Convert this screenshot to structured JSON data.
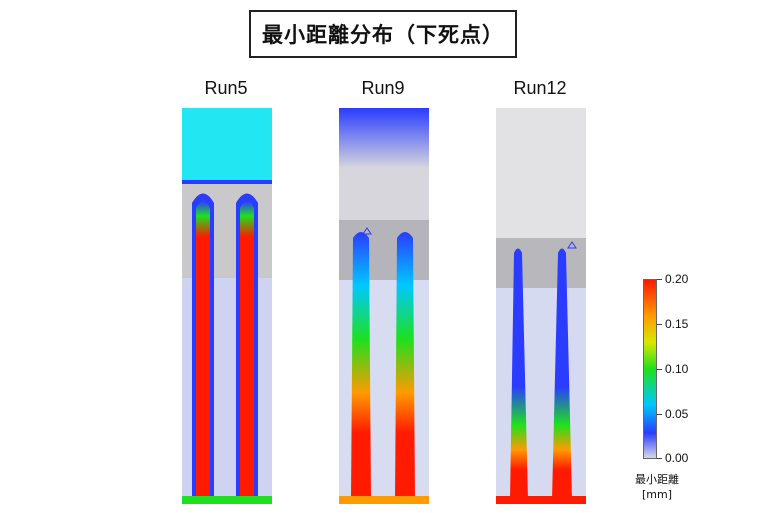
{
  "title": "最小距離分布（下死点）",
  "panels": [
    {
      "label": "Run5"
    },
    {
      "label": "Run9"
    },
    {
      "label": "Run12"
    }
  ],
  "colorbar": {
    "ticks": [
      "0.20",
      "0.15",
      "0.10",
      "0.05",
      "0.00"
    ],
    "label_line1": "最小距離",
    "label_line2": "[mm]",
    "colors": [
      "#d8d8e6",
      "#2a3cff",
      "#00c8ff",
      "#1ee01e",
      "#d8e800",
      "#ff9a00",
      "#ff1a00"
    ]
  }
}
